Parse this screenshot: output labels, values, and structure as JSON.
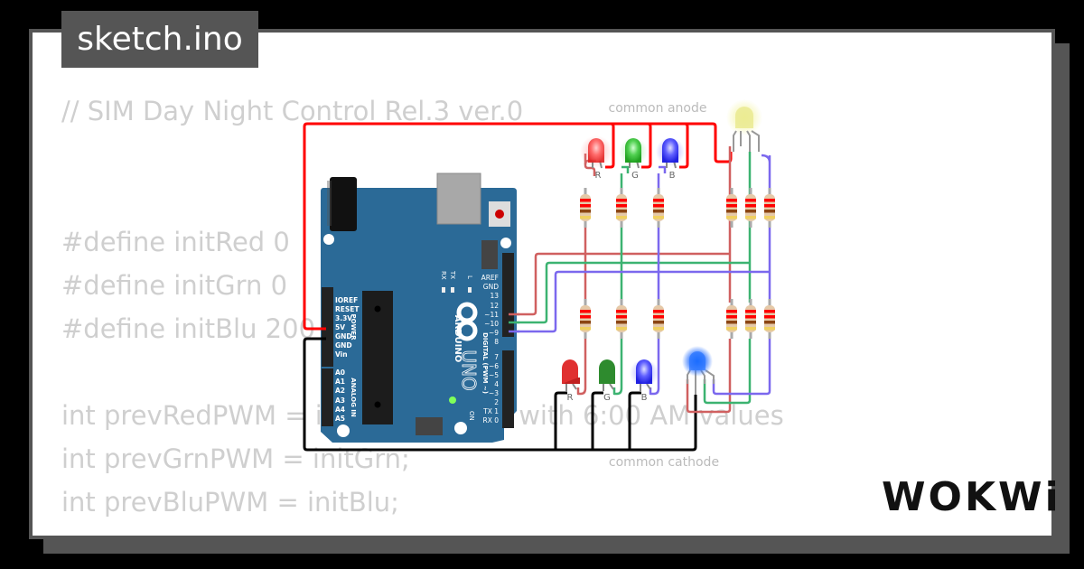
{
  "tab": {
    "filename": "sketch.ino"
  },
  "code": {
    "lines": [
      "// SIM Day Night Control Rel.3 ver.0",
      "#define initRed 0",
      "#define initGrn 0",
      "#define initBlu 200",
      "int prevRedPWM = initRed; // start with 6:00 AM values",
      "int prevGrnPWM = initGrn;",
      "int prevBluPWM = initBlu;"
    ]
  },
  "circuit": {
    "labels": {
      "common_anode": "common anode",
      "common_cathode": "common cathode"
    },
    "led_labels": {
      "red": "R",
      "green": "G",
      "blue": "B"
    },
    "board": {
      "brand": "ARDUINO",
      "model": "UNO",
      "on_label": "ON",
      "power_header_title": "POWER",
      "analog_header_title": "ANALOG IN",
      "digital_header_title": "DIGITAL (PWM ~)",
      "power_pins": [
        "IOREF",
        "RESET",
        "3.3V",
        "5V",
        "GND",
        "GND",
        "Vin"
      ],
      "analog_pins": [
        "A0",
        "A1",
        "A2",
        "A3",
        "A4",
        "A5"
      ],
      "digital_pins_top": [
        "AREF",
        "GND",
        "13",
        "12",
        "~11",
        "~10",
        "~9",
        "8"
      ],
      "digital_pins_bottom": [
        "7",
        "~6",
        "~5",
        "4",
        "~3",
        "2",
        "TX 1",
        "RX 0"
      ],
      "led_indicators": [
        "RX",
        "TX",
        "L"
      ]
    },
    "wire_colors": {
      "power": "#ff0000",
      "ground": "#000000",
      "red": "#d06060",
      "green": "#3cb371",
      "blue": "#7b68ee"
    }
  },
  "brand": {
    "logo_text": "WOKWi"
  }
}
